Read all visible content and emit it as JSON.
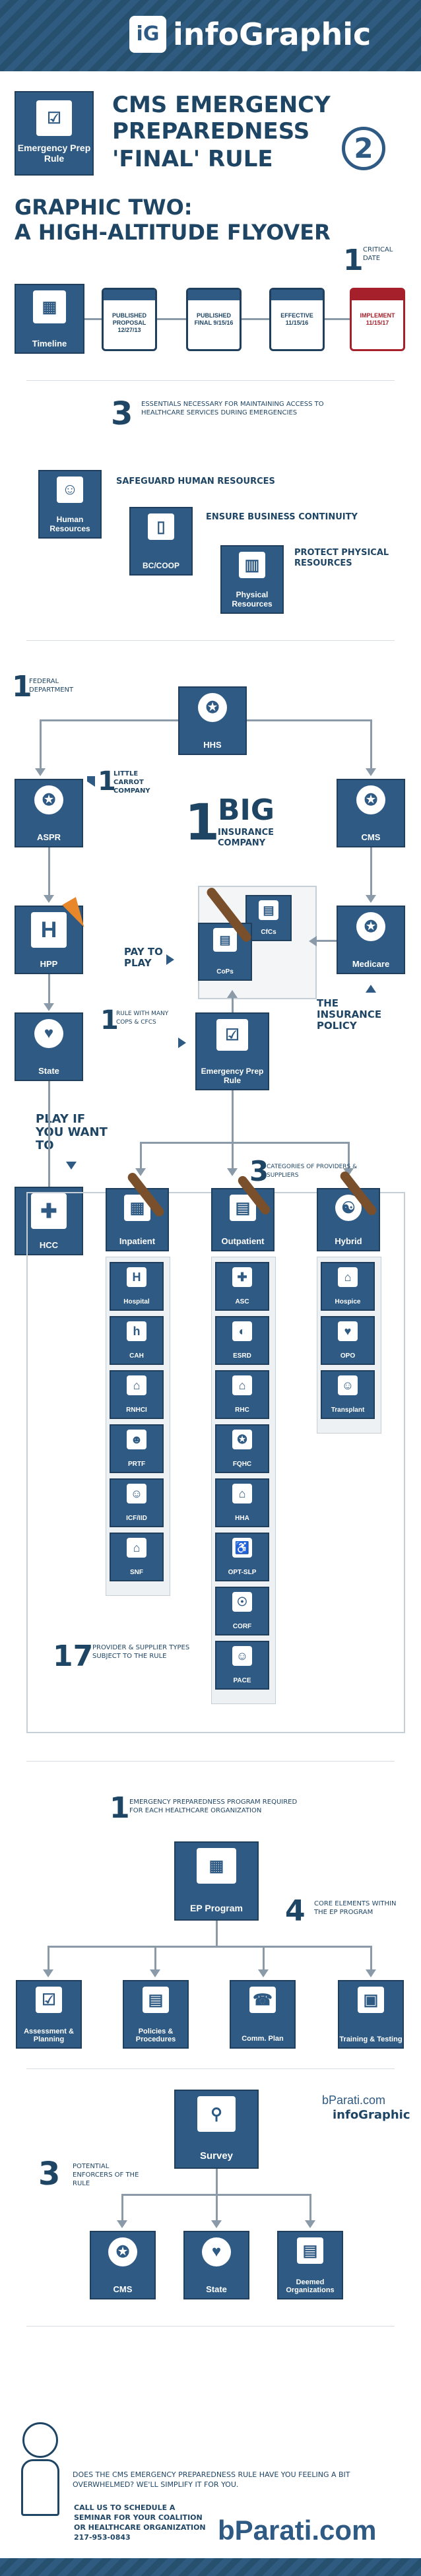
{
  "header": {
    "logo_badge": "iG",
    "logo_text": "infoGraphic"
  },
  "title_block": {
    "tile_label": "Emergency Prep Rule",
    "title_line1": "CMS EMERGENCY",
    "title_line2": "PREPAREDNESS",
    "title_line3": "'FINAL' RULE",
    "number": "2"
  },
  "graphic_title": {
    "line1": "GRAPHIC TWO:",
    "line2": "A HIGH-ALTITUDE FLYOVER"
  },
  "timeline": {
    "count": "1",
    "caption": "CRITICAL DATE",
    "tile_label": "Timeline",
    "events": [
      {
        "label": "PUBLISHED PROPOSAL 12/27/13"
      },
      {
        "label": "PUBLISHED FINAL 9/15/16"
      },
      {
        "label": "EFFECTIVE 11/15/16"
      },
      {
        "label": "IMPLEMENT 11/15/17"
      }
    ]
  },
  "essentials": {
    "count": "3",
    "caption": "ESSENTIALS NECESSARY FOR MAINTAINING ACCESS TO HEALTHCARE SERVICES DURING EMERGENCIES",
    "items": [
      {
        "tile": "Human Resources",
        "text": "SAFEGUARD HUMAN RESOURCES"
      },
      {
        "tile": "BC/COOP",
        "text": "ENSURE BUSINESS CONTINUITY"
      },
      {
        "tile": "Physical Resources",
        "text": "PROTECT PHYSICAL RESOURCES"
      }
    ]
  },
  "federal": {
    "count": "1",
    "caption": "FEDERAL DEPARTMENT",
    "hhs": "HHS",
    "aspr": "ASPR",
    "cms": "CMS",
    "little_num": "1",
    "little_caption": "LITTLE CARROT COMPANY",
    "big_num": "1",
    "big_word": "BIG",
    "big_caption": "INSURANCE COMPANY",
    "hpp": "HPP",
    "cics": "CfCs",
    "cops": "CoPs",
    "medicare": "Medicare",
    "pay_to_play": "PAY TO PLAY",
    "insurance_policy": "THE INSURANCE POLICY",
    "state": "State",
    "rule_num": "1",
    "rule_caption": "RULE WITH MANY CoPs & CfCs",
    "ep_rule": "Emergency Prep Rule",
    "play_if": "PLAY IF YOU WANT TO",
    "hcc": "HCC"
  },
  "categories": {
    "count": "3",
    "caption": "CATEGORIES OF PROVIDERS & SUPPLIERS",
    "inpatient": {
      "title": "Inpatient",
      "items": [
        "Hospital",
        "CAH",
        "RNHCI",
        "PRTF",
        "ICF/IID",
        "SNF"
      ]
    },
    "outpatient": {
      "title": "Outpatient",
      "items": [
        "ASC",
        "ESRD",
        "RHC",
        "FQHC",
        "HHA",
        "OPT-SLP",
        "CORF",
        "PACE"
      ]
    },
    "hybrid": {
      "title": "Hybrid",
      "items": [
        "Hospice",
        "OPO",
        "Transplant"
      ]
    },
    "total_num": "17",
    "total_caption": "PROVIDER & SUPPLIER TYPES SUBJECT TO THE RULE"
  },
  "program": {
    "count": "1",
    "caption": "EMERGENCY PREPAREDNESS PROGRAM REQUIRED FOR EACH HEALTHCARE ORGANIZATION",
    "tile": "EP Program",
    "core_num": "4",
    "core_caption": "CORE ELEMENTS WITHIN THE EP PROGRAM",
    "elements": [
      "Assessment & Planning",
      "Policies & Procedures",
      "Comm. Plan",
      "Training & Testing"
    ]
  },
  "survey": {
    "tile": "Survey",
    "count": "3",
    "caption": "POTENTIAL ENFORCERS OF THE RULE",
    "enforcers": [
      "CMS",
      "State",
      "Deemed Organizations"
    ],
    "brand_small": "bParati.com",
    "brand_small2": "infoGraphic"
  },
  "footer": {
    "question": "DOES THE CMS EMERGENCY PREPAREDNESS RULE HAVE YOU FEELING A BIT OVERWHELMED? WE'LL SIMPLIFY IT FOR YOU.",
    "cta": "CALL US TO SCHEDULE A SEMINAR FOR YOUR COALITION OR HEALTHCARE ORGANIZATION 217-953-0843",
    "brand": "bParati.com"
  }
}
